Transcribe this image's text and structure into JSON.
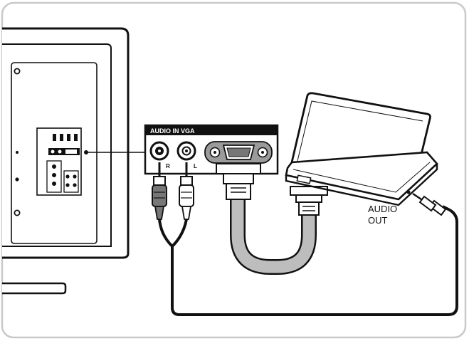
{
  "panel": {
    "header_label": "AUDIO IN VGA",
    "jack_right_label": "R",
    "jack_left_label": "L"
  },
  "laptop": {
    "audio_out_line1": "AUDIO",
    "audio_out_line2": "OUT"
  },
  "colors": {
    "outline": "#111111",
    "frame": "#cfcfcf",
    "vga_cable": "#bdbdbd",
    "header_bg": "#111111",
    "panel_fill": "#ffffff"
  }
}
